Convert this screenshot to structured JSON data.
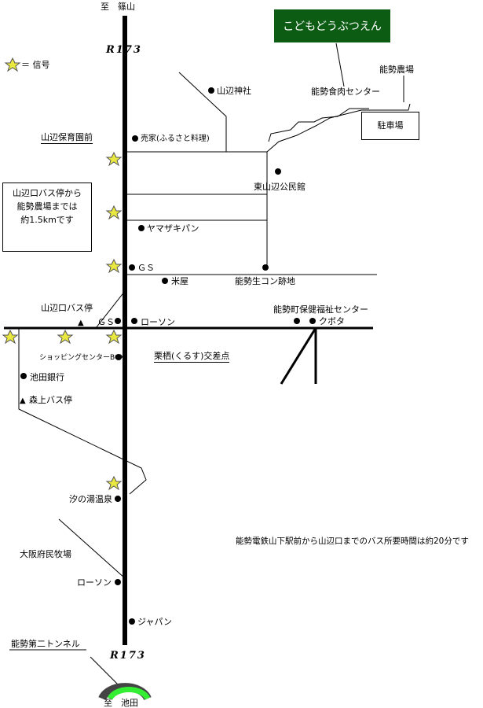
{
  "title": "こどもどうぶつえん",
  "legend": {
    "label": "＝ 信号"
  },
  "road": {
    "name_top": "R173",
    "name_bottom": "R173"
  },
  "direction": {
    "north": "至　篠山",
    "south": "至　池田"
  },
  "info_box": "山辺口バス停から\n能勢農場までは\n約1.5kmです",
  "parking": "駐車場",
  "bus_note": "能勢電鉄山下駅前から山辺口までのバス所要時間は約20分です",
  "places": {
    "nose_farm": "能勢農場",
    "meat_center": "能勢食肉センター",
    "yamabe_shrine": "山辺神社",
    "yamabe_nursery": "山辺保育園前",
    "baika": "売家(ふるさと料理)",
    "higashi_hall": "東山辺公民館",
    "yamazaki": "ヤマザキパン",
    "gs_north": "ＧＳ",
    "kome": "米屋",
    "nose_concrete": "能勢生コン跡地",
    "bus_stop": "山辺口バス停",
    "health_center": "能勢町保健福祉センター",
    "kubota": "クボタ",
    "gs_south": "ＧＳ",
    "lawson_north": "ローソン",
    "shopping": "ショッピングセンターBOX",
    "kurusu": "栗栖(くるす)交差点",
    "ikeda_bank": "池田銀行",
    "morigami": "森上バス停",
    "shionoyu": "汐の湯温泉",
    "osaka_farm": "大阪府民牧場",
    "lawson_south": "ローソン",
    "japan": "ジャパン",
    "tunnel": "能勢第二トンネル"
  },
  "colors": {
    "title_bg": "#0d5c14",
    "tunnel_arc": "#33ee33",
    "signal": "#e8e840"
  },
  "icons": [
    "traffic-signal-icon",
    "bus-stop-icon",
    "place-marker-icon"
  ]
}
